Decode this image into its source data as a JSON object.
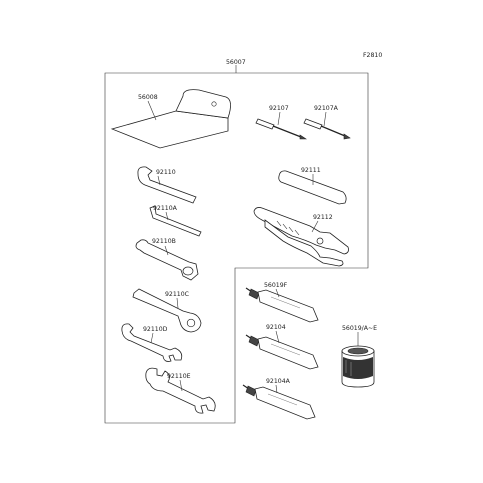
{
  "diagram": {
    "code": "F2810",
    "labels": {
      "kit": "56007",
      "bag": "56008",
      "screwdriver": "92107",
      "screwdriver_alt": "92107A",
      "handle": "92111",
      "pliers": "92112",
      "hook_wrench": "92110",
      "hex_key": "92110A",
      "plug_wrench": "92110B",
      "ring_wrench": "92110C",
      "open_wrench_small": "92110D",
      "open_wrench_large": "92110E",
      "tube_top": "56019F",
      "tube_mid": "92104",
      "tube_bottom": "92104A",
      "can": "56019/A~E"
    }
  }
}
